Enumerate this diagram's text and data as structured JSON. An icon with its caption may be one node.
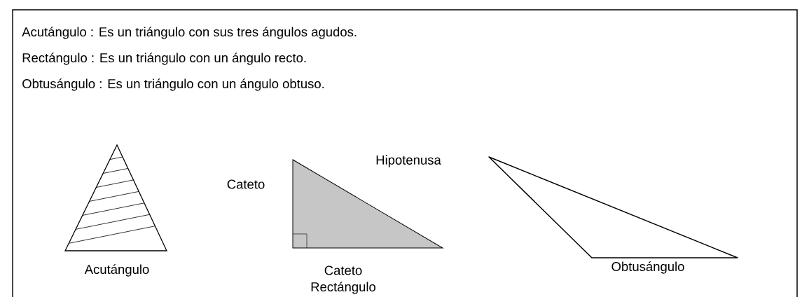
{
  "diagram": {
    "labels": [
      "Acutángulo :  Es un triángulo con sus tres ángulos agudos.",
      "Rectángulo : Es un triángulo con un ángulo recto.",
      "Obtusángulo : Es un triángulo con un ángulo obtuso.",
      "Hipotenusa",
      "Cateto",
      "Acutángulo",
      "Cateto",
      "Obtusángulo",
      "Rectángulo"
    ]
  }
}
